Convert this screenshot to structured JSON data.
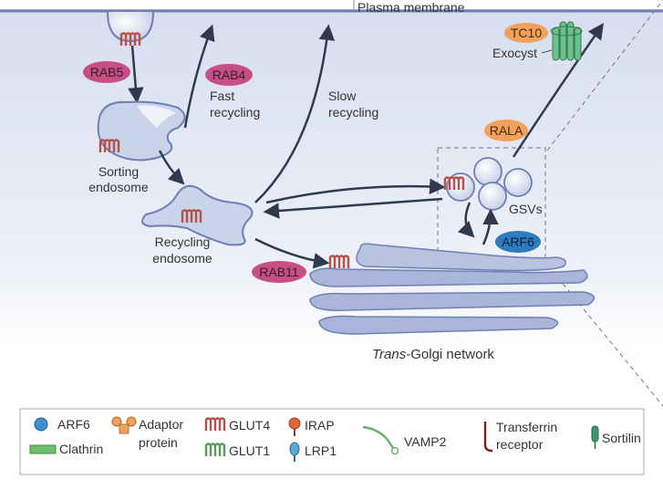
{
  "membrane": {
    "label": "Plasma membrane"
  },
  "proteins": {
    "rab5": "RAB5",
    "rab4": "RAB4",
    "rab11": "RAB11",
    "tc10": "TC10",
    "rala": "RALA",
    "arf6": "ARF6"
  },
  "labels": {
    "exocyst": "Exocyst",
    "fast_recycling_1": "Fast",
    "fast_recycling_2": "recycling",
    "slow_recycling_1": "Slow",
    "slow_recycling_2": "recycling",
    "sorting_1": "Sorting",
    "sorting_2": "endosome",
    "recycling_1": "Recycling",
    "recycling_2": "endosome",
    "gsvs": "GSVs",
    "golgi_italic": "Trans",
    "golgi_rest": "-Golgi network"
  },
  "legend": {
    "arf6": "ARF6",
    "clathrin": "Clathrin",
    "adaptor_1": "Adaptor",
    "adaptor_2": "protein",
    "glut4": "GLUT4",
    "glut1": "GLUT1",
    "irap": "IRAP",
    "lrp1": "LRP1",
    "vamp2": "VAMP2",
    "transferrin_1": "Transferrin",
    "transferrin_2": "receptor",
    "sortilin": "Sortilin"
  },
  "colors": {
    "membrane": "#6f7fb3",
    "organelle_fill": "#c9d3ea",
    "organelle_stroke": "#6f7fb3",
    "rab_pill": "#c64f86",
    "orange_pill": "#f0a25c",
    "arf6_pill": "#2e7bbf",
    "glut4": "#b55148",
    "glut1": "#5a9a5a",
    "arrow": "#2f3b4d"
  }
}
